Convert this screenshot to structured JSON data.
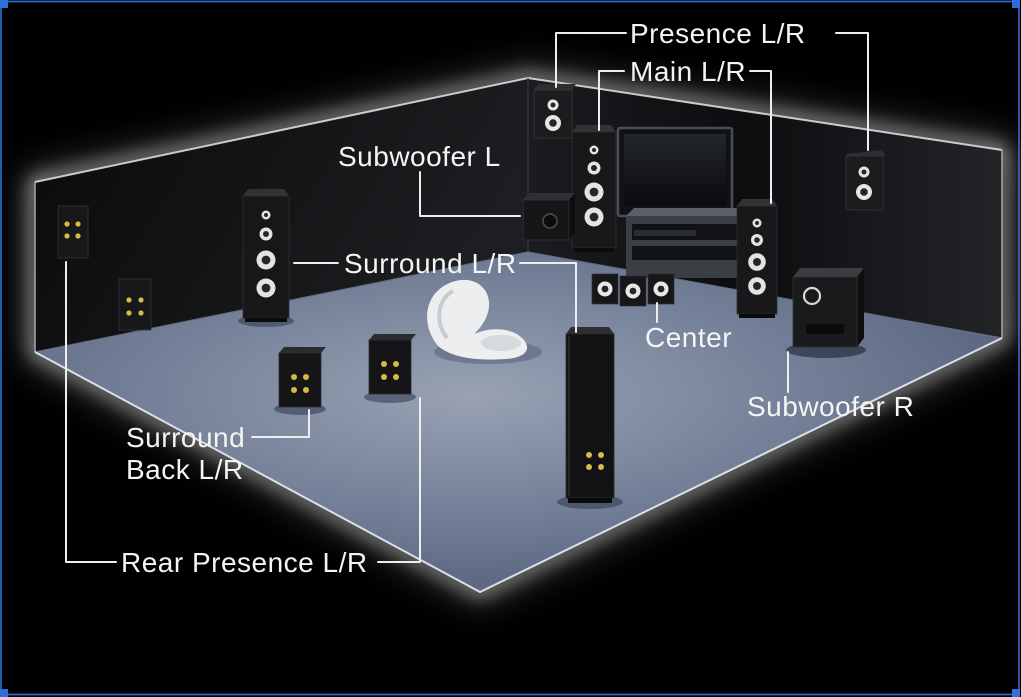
{
  "figure": {
    "kind": "home-theater-speaker-placement-diagram",
    "background_color": "#000000",
    "floor_color": "#6e7b93",
    "glow_color": "#ffffff",
    "label_color": "#f4f4f4",
    "leader_line_color": "#eeeeee",
    "terminal_dot_color": "#d8ba46",
    "selection_color": "#2e6fd9"
  },
  "labels": {
    "presence": "Presence L/R",
    "main": "Main L/R",
    "subwoofer_left": "Subwoofer L",
    "surround": "Surround L/R",
    "center": "Center",
    "subwoofer_right": "Subwoofer R",
    "surround_back_line1": "Surround",
    "surround_back_line2": "Back L/R",
    "rear_presence": "Rear Presence L/R"
  },
  "components": [
    "front-presence-left-speaker",
    "front-presence-right-speaker",
    "main-left-speaker",
    "main-right-speaker",
    "center-speaker",
    "subwoofer-left",
    "subwoofer-right",
    "surround-left-speaker",
    "surround-right-speaker",
    "surround-back-left-speaker",
    "surround-back-right-speaker",
    "rear-presence-left-speaker",
    "rear-presence-right-speaker",
    "tv",
    "tv-rack",
    "listening-chair"
  ]
}
